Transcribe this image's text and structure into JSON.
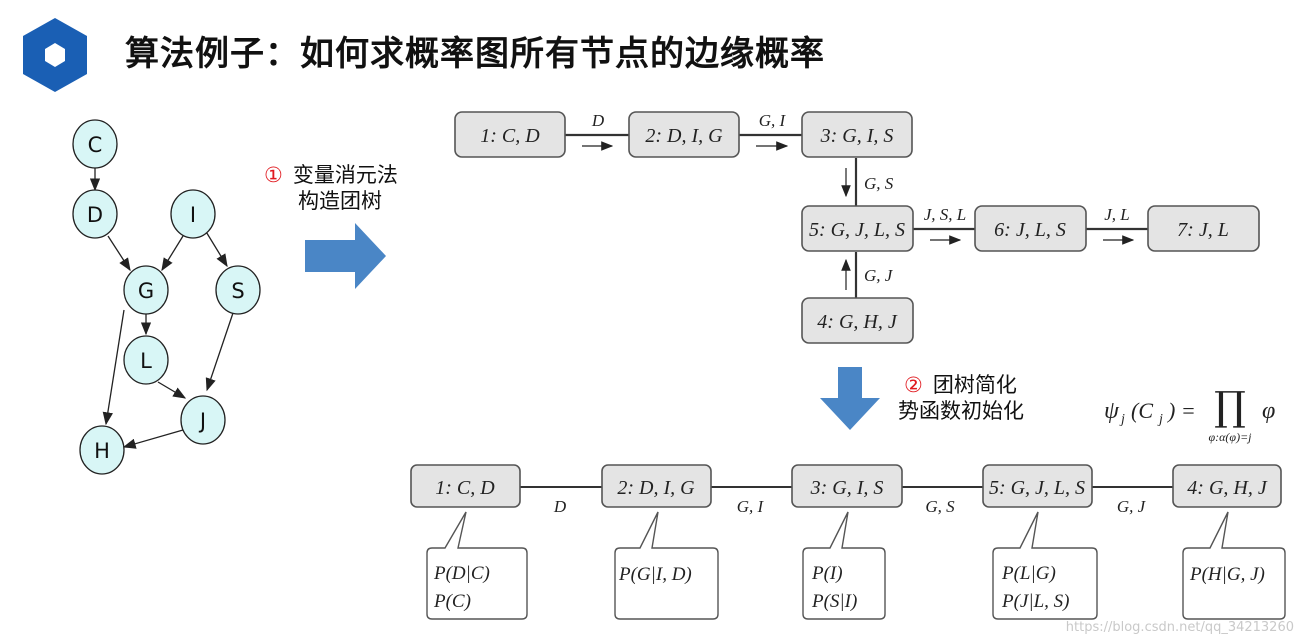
{
  "header": {
    "title": "算法例子：如何求概率图所有节点的边缘概率",
    "icon": "hexagon-nut-icon",
    "icon_color": "#1a5fb4"
  },
  "bayes_net": {
    "node_fill": "#d8f6f6",
    "nodes": [
      "C",
      "D",
      "I",
      "G",
      "S",
      "L",
      "J",
      "H"
    ]
  },
  "steps": {
    "step1_num": "①",
    "step1_line1": "变量消元法",
    "step1_line2": "构造团树",
    "step2_num": "②",
    "step2_line1": "团树简化",
    "step2_line2": "势函数初始化"
  },
  "arrow_color": "#4a86c6",
  "clique_tree": {
    "cliques": {
      "c1": "1: C, D",
      "c2": "2: D, I, G",
      "c3": "3: G, I, S",
      "c5": "5: G, J, L, S",
      "c6": "6: J, L, S",
      "c7": "7: J, L",
      "c4": "4: G, H, J"
    },
    "messages": {
      "m12": "D",
      "m23": "G, I",
      "m35": "G, S",
      "m56": "J, S, L",
      "m67": "J, L",
      "m45": "G, J"
    }
  },
  "formula": {
    "lhs": "ψ",
    "sub_j": "j",
    "arg": "(C",
    "close": ") =",
    "prod": "∏",
    "prod_sub": "φ:α(φ)=j",
    "rhs": "φ"
  },
  "simplified_tree": {
    "cliques": [
      "1: C, D",
      "2: D, I, G",
      "3: G, I, S",
      "5: G, J, L, S",
      "4: G, H, J"
    ],
    "edges": [
      "D",
      "G, I",
      "G, S",
      "G, J"
    ],
    "factors": [
      [
        "P(D|C)",
        "P(C)"
      ],
      [
        "P(G|I, D)"
      ],
      [
        "P(I)",
        "P(S|I)"
      ],
      [
        "P(L|G)",
        "P(J|L, S)"
      ],
      [
        "P(H|G, J)"
      ]
    ]
  },
  "watermark": "https://blog.csdn.net/qq_34213260"
}
